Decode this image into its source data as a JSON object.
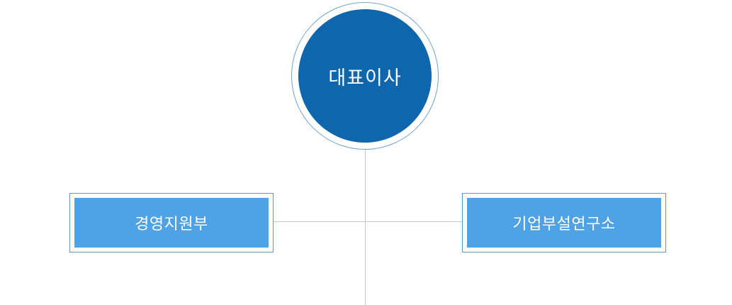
{
  "org_chart": {
    "ceo": {
      "label": "대표이사"
    },
    "departments": [
      {
        "label": "경영지원부"
      },
      {
        "label": "기업부설연구소"
      }
    ]
  },
  "colors": {
    "ceo_fill": "#0f66ad",
    "ceo_ring": "#6fa3cf",
    "dept_fill": "#4fa2e4",
    "dept_border": "#5a98cf",
    "connector": "#c8c8c8",
    "text": "#ffffff"
  }
}
